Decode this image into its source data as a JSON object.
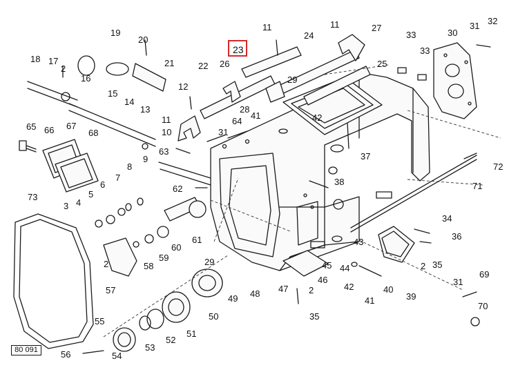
{
  "diagram": {
    "document_code": "80 091",
    "highlighted_label": "23",
    "highlight_color": "#d62728",
    "callouts": [
      "2",
      "3",
      "4",
      "5",
      "6",
      "7",
      "8",
      "9",
      "10",
      "11",
      "12",
      "13",
      "14",
      "15",
      "16",
      "17",
      "18",
      "19",
      "20",
      "21",
      "22",
      "23",
      "24",
      "25",
      "26",
      "27",
      "28",
      "29",
      "30",
      "31",
      "32",
      "33",
      "34",
      "35",
      "36",
      "37",
      "38",
      "39",
      "40",
      "41",
      "42",
      "43",
      "44",
      "45",
      "46",
      "47",
      "48",
      "49",
      "50",
      "51",
      "52",
      "53",
      "54",
      "55",
      "56",
      "57",
      "58",
      "59",
      "60",
      "61",
      "62",
      "63",
      "64",
      "65",
      "66",
      "67",
      "68",
      "69",
      "70",
      "71",
      "72",
      "73"
    ]
  }
}
